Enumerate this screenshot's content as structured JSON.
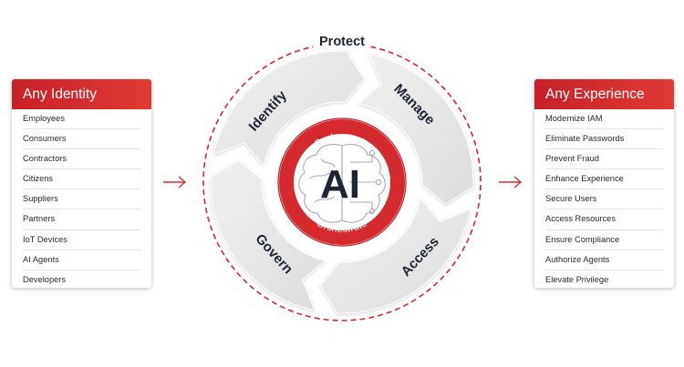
{
  "left_panel": {
    "title": "Any Identity",
    "items": [
      "Employees",
      "Consumers",
      "Contractors",
      "Citizens",
      "Suppliers",
      "Partners",
      "IoT Devices",
      "AI Agents",
      "Developers"
    ]
  },
  "right_panel": {
    "title": "Any Experience",
    "items": [
      "Modernize IAM",
      "Eliminate Passwords",
      "Prevent Fraud",
      "Enhance Experience",
      "Secure Users",
      "Access Resources",
      "Ensure Compliance",
      "Authorize Agents",
      "Elevate Privilege"
    ]
  },
  "cycle": {
    "outer_label": "Protect",
    "segments": [
      "Identify",
      "Manage",
      "Access",
      "Govern"
    ],
    "inner_ring_top": "Orchestrate",
    "inner_ring_bottom": "Orchestrate",
    "center_label": "AI"
  },
  "colors": {
    "accent_red": "#d42a2e",
    "segment_gray": "#e6e6e6",
    "dark_text": "#1d2433",
    "brain_lines": "#a9aab0"
  },
  "icons": [
    "arrow-right-icon",
    "brain-circuit-icon"
  ]
}
